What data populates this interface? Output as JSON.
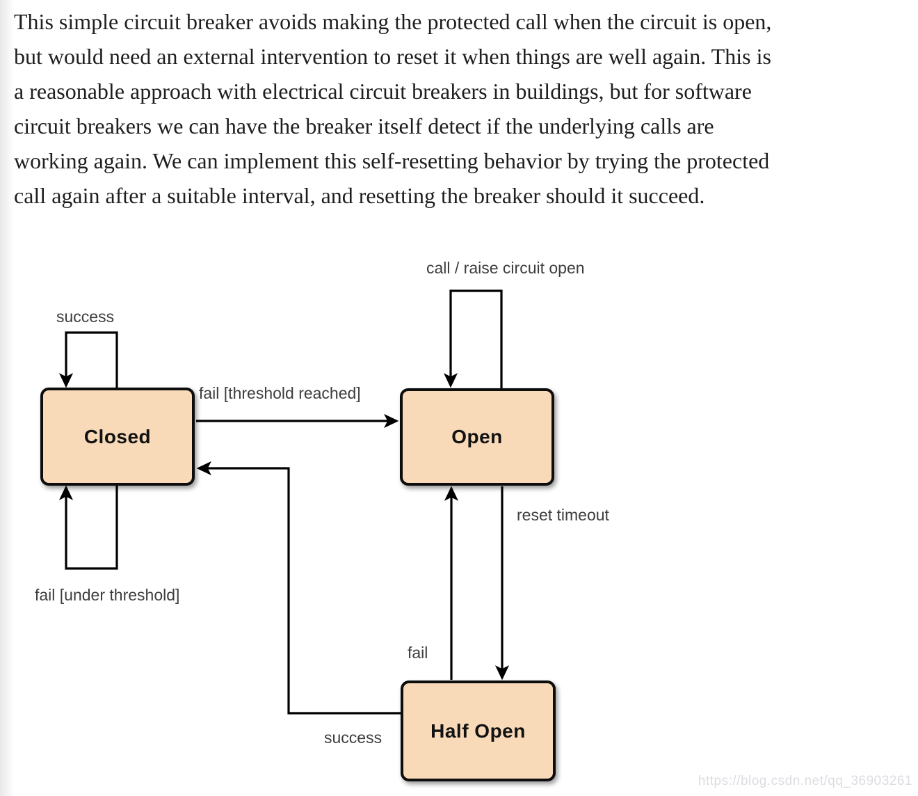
{
  "paragraph": {
    "lines": [
      "This simple circuit breaker avoids making the protected call when the circuit is open,",
      "but would need an external intervention to reset it when things are well again. This is",
      "a reasonable approach with electrical circuit breakers in buildings, but for software",
      "circuit breakers we can have the breaker itself detect if the underlying calls are",
      "working again. We can implement this self-resetting behavior by trying the protected",
      "call again after a suitable interval, and resetting the breaker should it succeed."
    ]
  },
  "diagram": {
    "states": [
      {
        "id": "closed",
        "label": "Closed"
      },
      {
        "id": "open",
        "label": "Open"
      },
      {
        "id": "half_open",
        "label": "Half Open"
      }
    ],
    "transitions": {
      "closed_self_success": "success",
      "open_self_call": "call / raise circuit open",
      "closed_to_open": "fail [threshold reached]",
      "closed_self_fail": "fail [under threshold]",
      "open_to_half_open": "reset timeout",
      "half_open_to_open": "fail",
      "half_open_to_closed": "success"
    },
    "colors": {
      "state_fill": "#f8dab8",
      "state_border": "#0d0d0d",
      "arrow": "#000000",
      "label_text": "#3d3d3d"
    }
  },
  "watermark": {
    "text": "https://blog.csdn.net/qq_36903261"
  }
}
